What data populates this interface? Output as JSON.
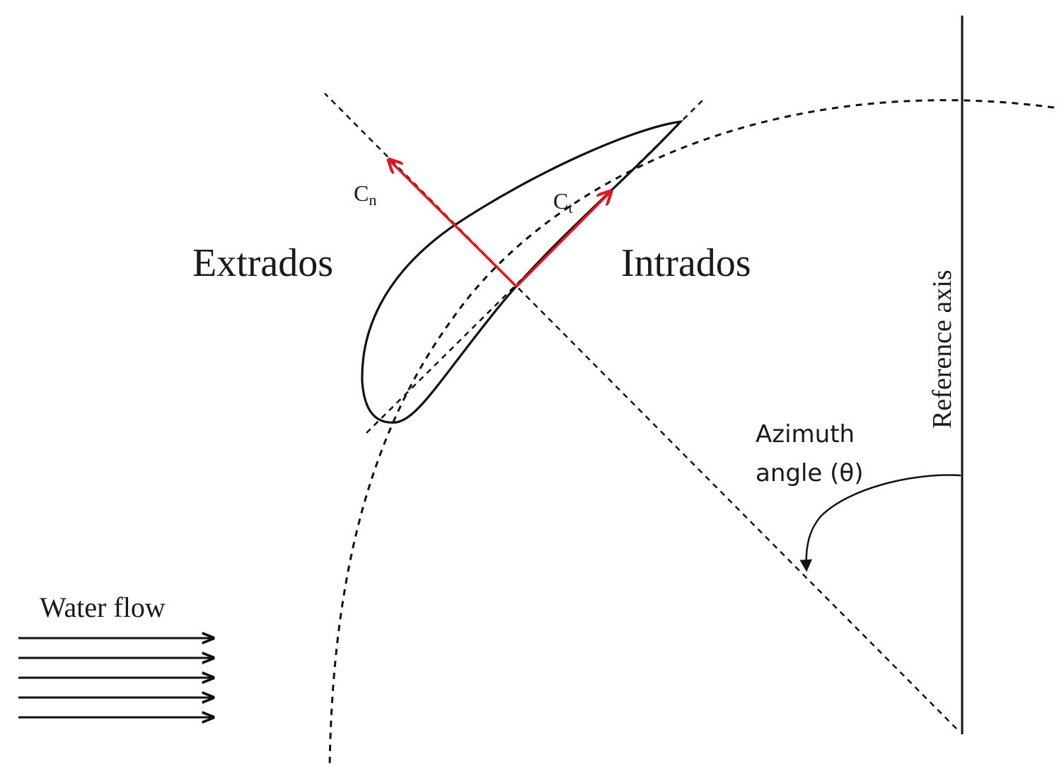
{
  "labels": {
    "extrados": "Extrados",
    "intrados": "Intrados",
    "cn_main": "C",
    "cn_sub": "n",
    "ct_main": "C",
    "ct_sub": "t",
    "reference_axis": "Reference axis",
    "azimuth_line1": "Azimuth",
    "azimuth_line2": "angle (θ)",
    "water_flow": "Water flow"
  },
  "colors": {
    "ink": "#111111",
    "force_vector": "#e8141c",
    "background": "#ffffff"
  },
  "flow_arrow_count": 5
}
